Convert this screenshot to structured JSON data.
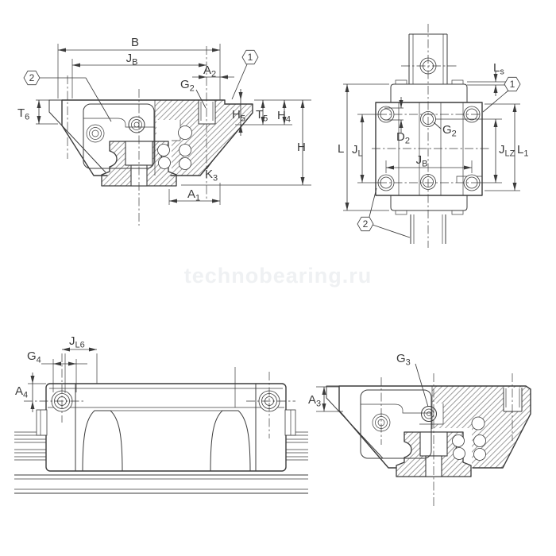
{
  "style": {
    "line_color": "#3b3b3b",
    "background": "#ffffff",
    "watermark_color": "#eff1f3"
  },
  "watermark": {
    "text": "technobearing.ru"
  },
  "balloons": {
    "one": "1",
    "two": "2"
  },
  "views": {
    "front_section": {
      "dims": {
        "b": {
          "main": "B",
          "sub": ""
        },
        "jb": {
          "main": "J",
          "sub": "B"
        },
        "a2": {
          "main": "A",
          "sub": "2"
        },
        "g2": {
          "main": "G",
          "sub": "2"
        },
        "t6": {
          "main": "T",
          "sub": "6"
        },
        "h5": {
          "main": "H",
          "sub": "5"
        },
        "t5": {
          "main": "T",
          "sub": "5"
        },
        "h4": {
          "main": "H",
          "sub": "4"
        },
        "h": {
          "main": "H",
          "sub": ""
        },
        "k3": {
          "main": "K",
          "sub": "3"
        },
        "a1": {
          "main": "A",
          "sub": "1"
        }
      }
    },
    "top_view": {
      "dims": {
        "ls": {
          "main": "L",
          "sub": "s"
        },
        "l": {
          "main": "L",
          "sub": ""
        },
        "jl": {
          "main": "J",
          "sub": "L"
        },
        "d2": {
          "main": "D",
          "sub": "2"
        },
        "g2": {
          "main": "G",
          "sub": "2"
        },
        "jb": {
          "main": "J",
          "sub": "B"
        },
        "jlz": {
          "main": "J",
          "sub": "LZ"
        },
        "l1": {
          "main": "L",
          "sub": "1"
        }
      }
    },
    "side_view": {
      "dims": {
        "jl6": {
          "main": "J",
          "sub": "L6"
        },
        "g4": {
          "main": "G",
          "sub": "4"
        },
        "a4": {
          "main": "A",
          "sub": "4"
        }
      }
    },
    "detail_section": {
      "dims": {
        "g3": {
          "main": "G",
          "sub": "3"
        },
        "a3": {
          "main": "A",
          "sub": "3"
        }
      }
    }
  }
}
